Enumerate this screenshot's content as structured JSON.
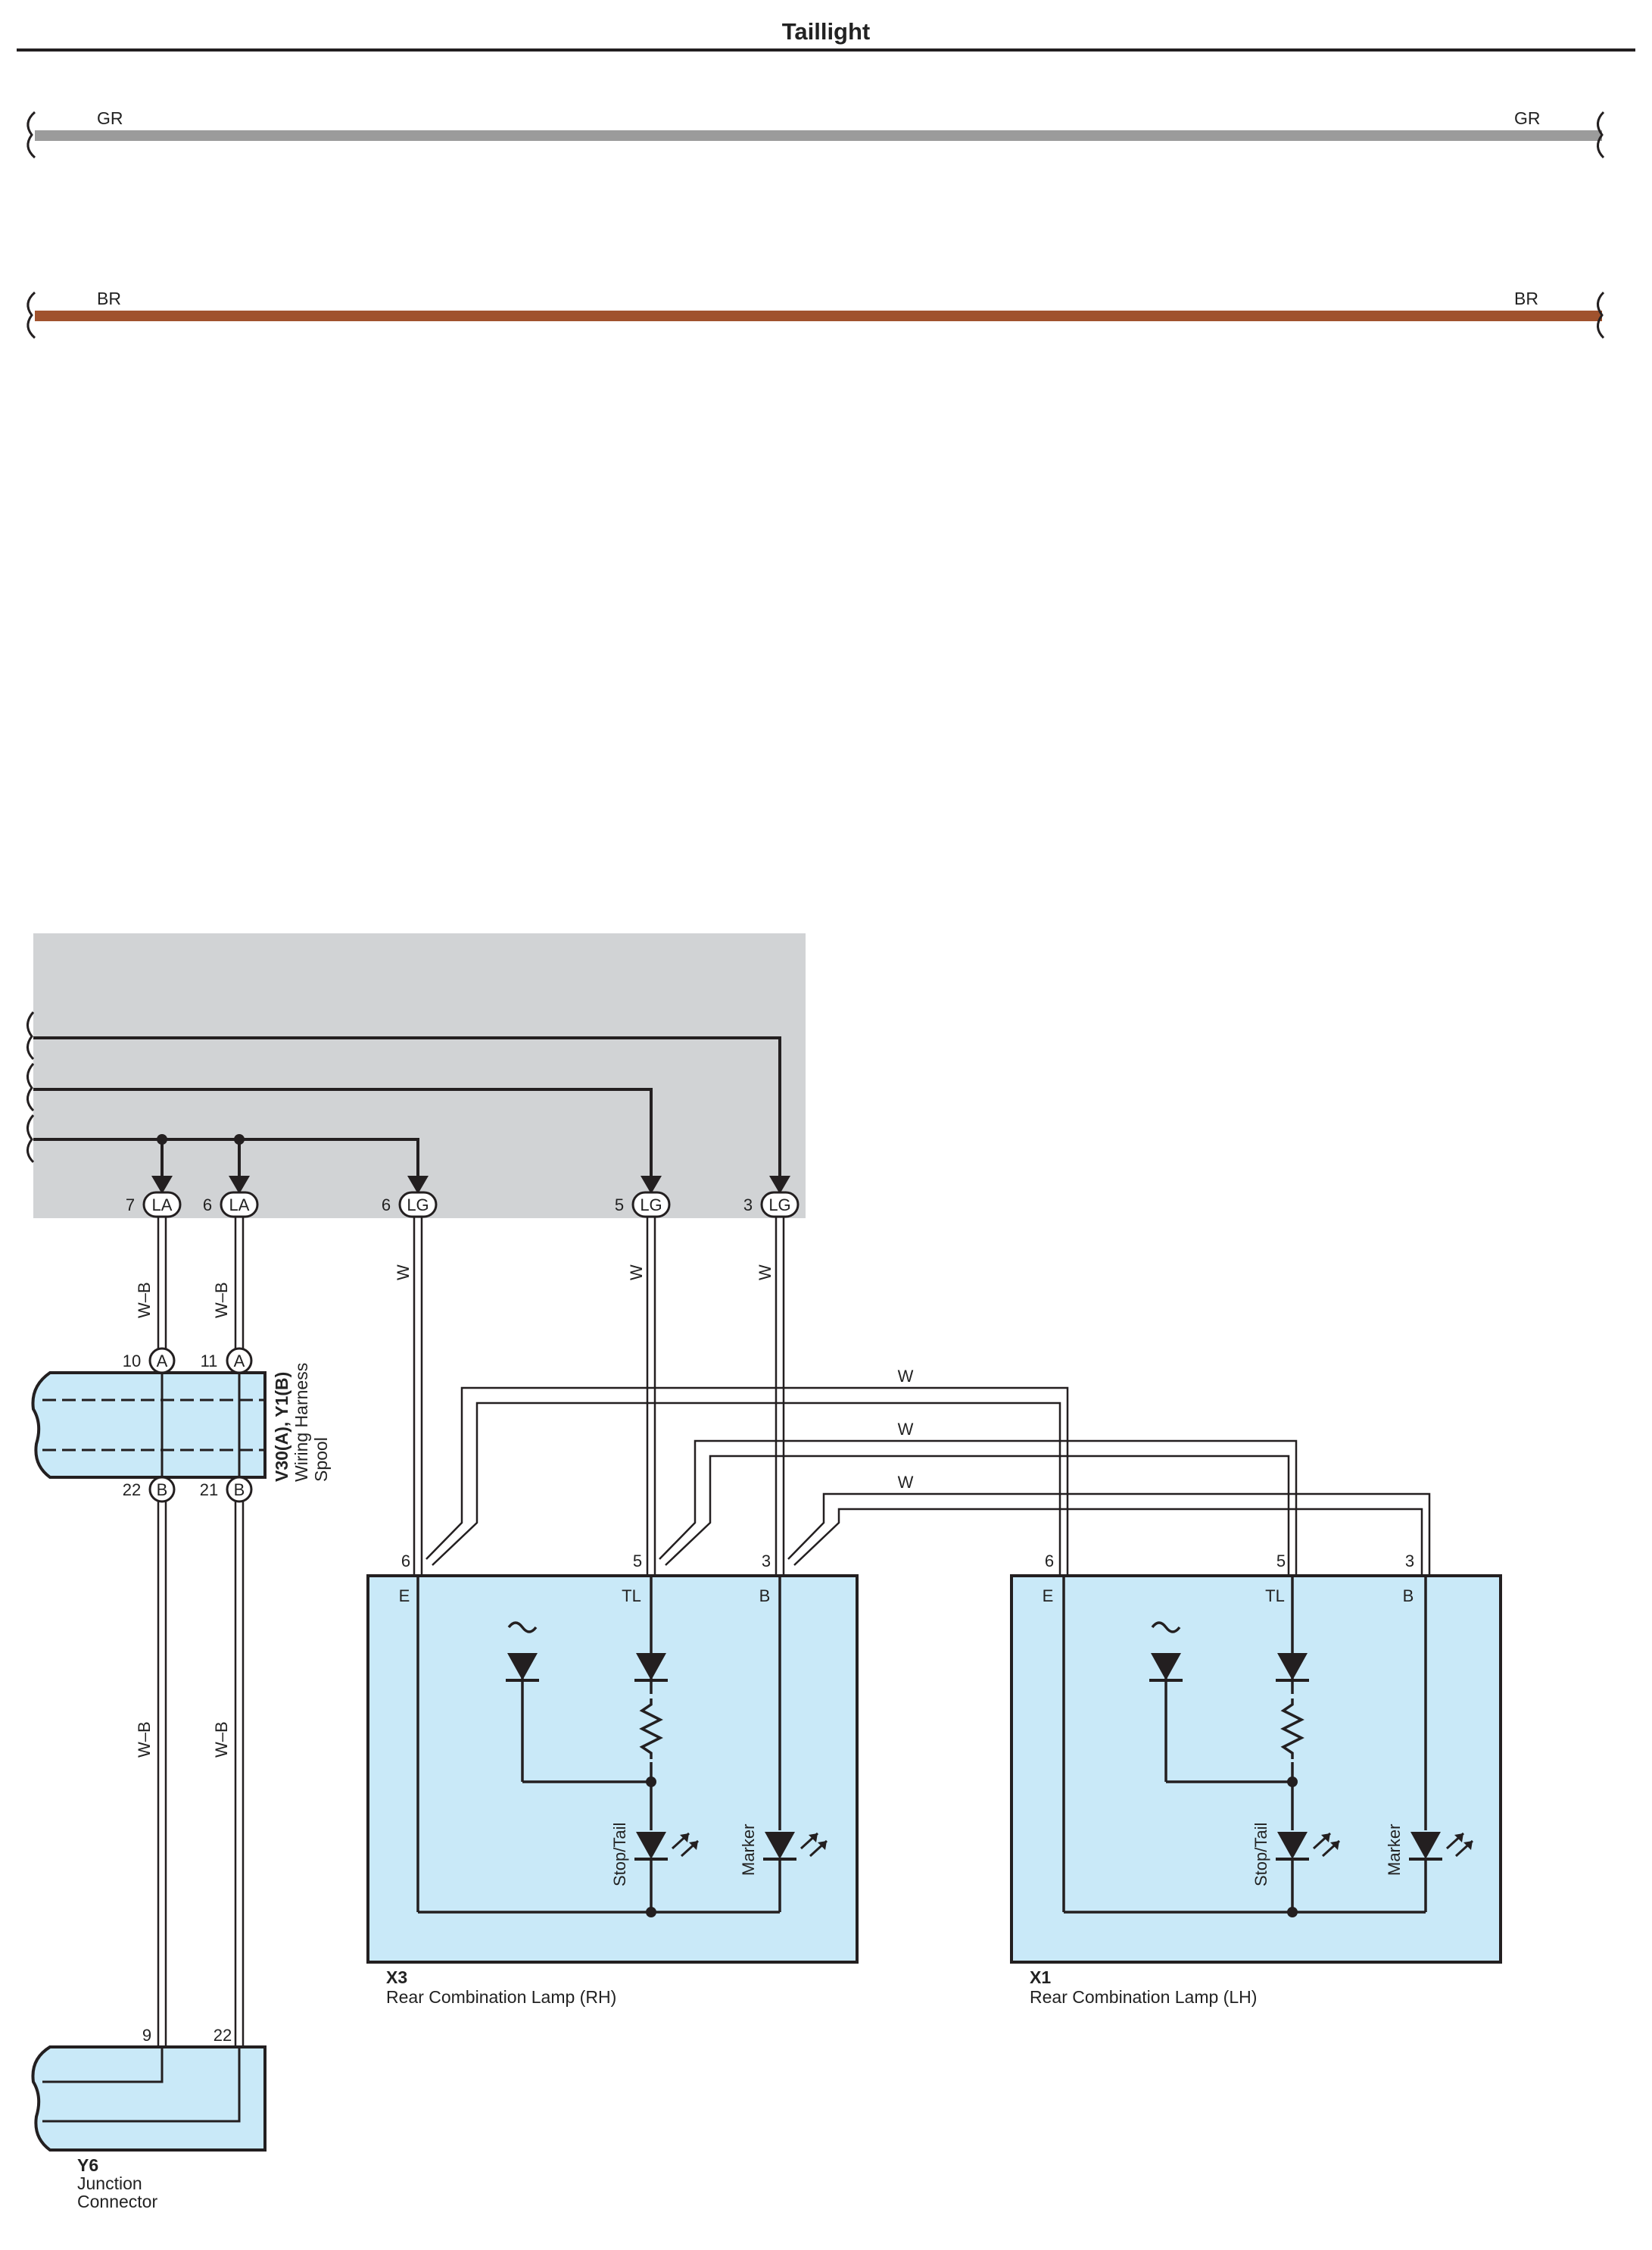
{
  "title": "Taillight",
  "buses": [
    {
      "label_left": "GR",
      "label_right": "GR",
      "color": "#9b9b9b"
    },
    {
      "label_left": "BR",
      "label_right": "BR",
      "color": "#a0522d"
    }
  ],
  "connector_pins": [
    {
      "pin": "7",
      "code": "LA"
    },
    {
      "pin": "6",
      "code": "LA"
    },
    {
      "pin": "6",
      "code": "LG"
    },
    {
      "pin": "5",
      "code": "LG"
    },
    {
      "pin": "3",
      "code": "LG"
    }
  ],
  "wire_labels": {
    "wb": "W–B",
    "w": "W"
  },
  "spool": {
    "name_line1": "V30(A), Y1(B)",
    "name_line2": "Wiring Harness",
    "name_line3": "Spool",
    "pins_top": [
      {
        "pin": "10",
        "code": "A"
      },
      {
        "pin": "11",
        "code": "A"
      }
    ],
    "pins_bottom": [
      {
        "pin": "22",
        "code": "B"
      },
      {
        "pin": "21",
        "code": "B"
      }
    ]
  },
  "junction": {
    "id": "Y6",
    "name_line1": "Junction",
    "name_line2": "Connector",
    "pins": [
      "9",
      "22"
    ]
  },
  "lamps": [
    {
      "id": "X3",
      "name": "Rear Combination Lamp (RH)",
      "pins": [
        "6",
        "5",
        "3"
      ],
      "terms": [
        "E",
        "TL",
        "B"
      ],
      "stop_label": "Stop/Tail",
      "marker_label": "Marker"
    },
    {
      "id": "X1",
      "name": "Rear Combination Lamp (LH)",
      "pins": [
        "6",
        "5",
        "3"
      ],
      "terms": [
        "E",
        "TL",
        "B"
      ],
      "stop_label": "Stop/Tail",
      "marker_label": "Marker"
    }
  ],
  "colors": {
    "component_fill": "#c9e9f8",
    "zone_fill": "#d1d3d5",
    "line": "#231f20"
  }
}
